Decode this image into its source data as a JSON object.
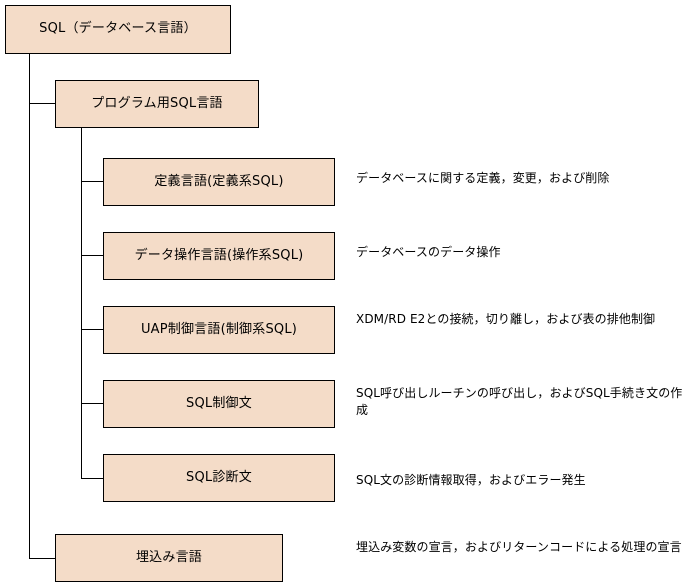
{
  "diagram": {
    "title_node": {
      "label": "SQL（データベース言語）"
    },
    "level1_node": {
      "label": "プログラム用SQL言語"
    },
    "embedded_node": {
      "label": "埋込み言語"
    },
    "level2_nodes": [
      {
        "label": "定義言語(定義系SQL)"
      },
      {
        "label": "データ操作言語(操作系SQL)"
      },
      {
        "label": "UAP制御言語(制御系SQL)"
      },
      {
        "label": "SQL制御文"
      },
      {
        "label": "SQL診断文"
      }
    ],
    "descriptions": [
      {
        "text": "データベースに関する定義，変更，および削除"
      },
      {
        "text": "データベースのデータ操作"
      },
      {
        "text": "XDM/RD E2との接続，切り離し，および表の排他制御"
      },
      {
        "text": "SQL呼び出しルーチンの呼び出し，およびSQL手続き文の作成"
      },
      {
        "text": "SQL文の診断情報取得，およびエラー発生"
      },
      {
        "text": "埋込み変数の宣言，およびリターンコードによる処理の宣言"
      }
    ],
    "colors": {
      "node_fill": "#F4DCC8",
      "node_border": "#000000",
      "text": "#000000",
      "background": "#FFFFFF"
    }
  }
}
